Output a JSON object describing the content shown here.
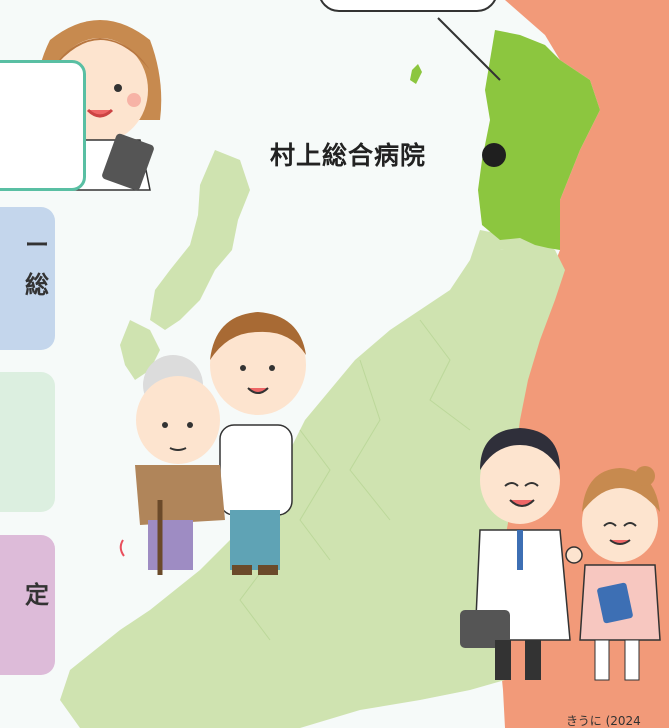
{
  "map": {
    "hospital_name": "村上総合病院",
    "colors": {
      "background": "#f6faf9",
      "land": "#cfe3b0",
      "highlight_region": "#8cc63f",
      "neighbor_region": "#f29a79",
      "accent": "#59bfa3"
    }
  },
  "cards": [
    {
      "lines": [
        "ー",
        "総"
      ],
      "color": "#c4d6ec"
    },
    {
      "lines": [],
      "color": "#dcefe0"
    },
    {
      "lines": [
        "定"
      ],
      "color": "#ddbbd9"
    }
  ],
  "callout_text": "",
  "source_text": "きうに (2024"
}
